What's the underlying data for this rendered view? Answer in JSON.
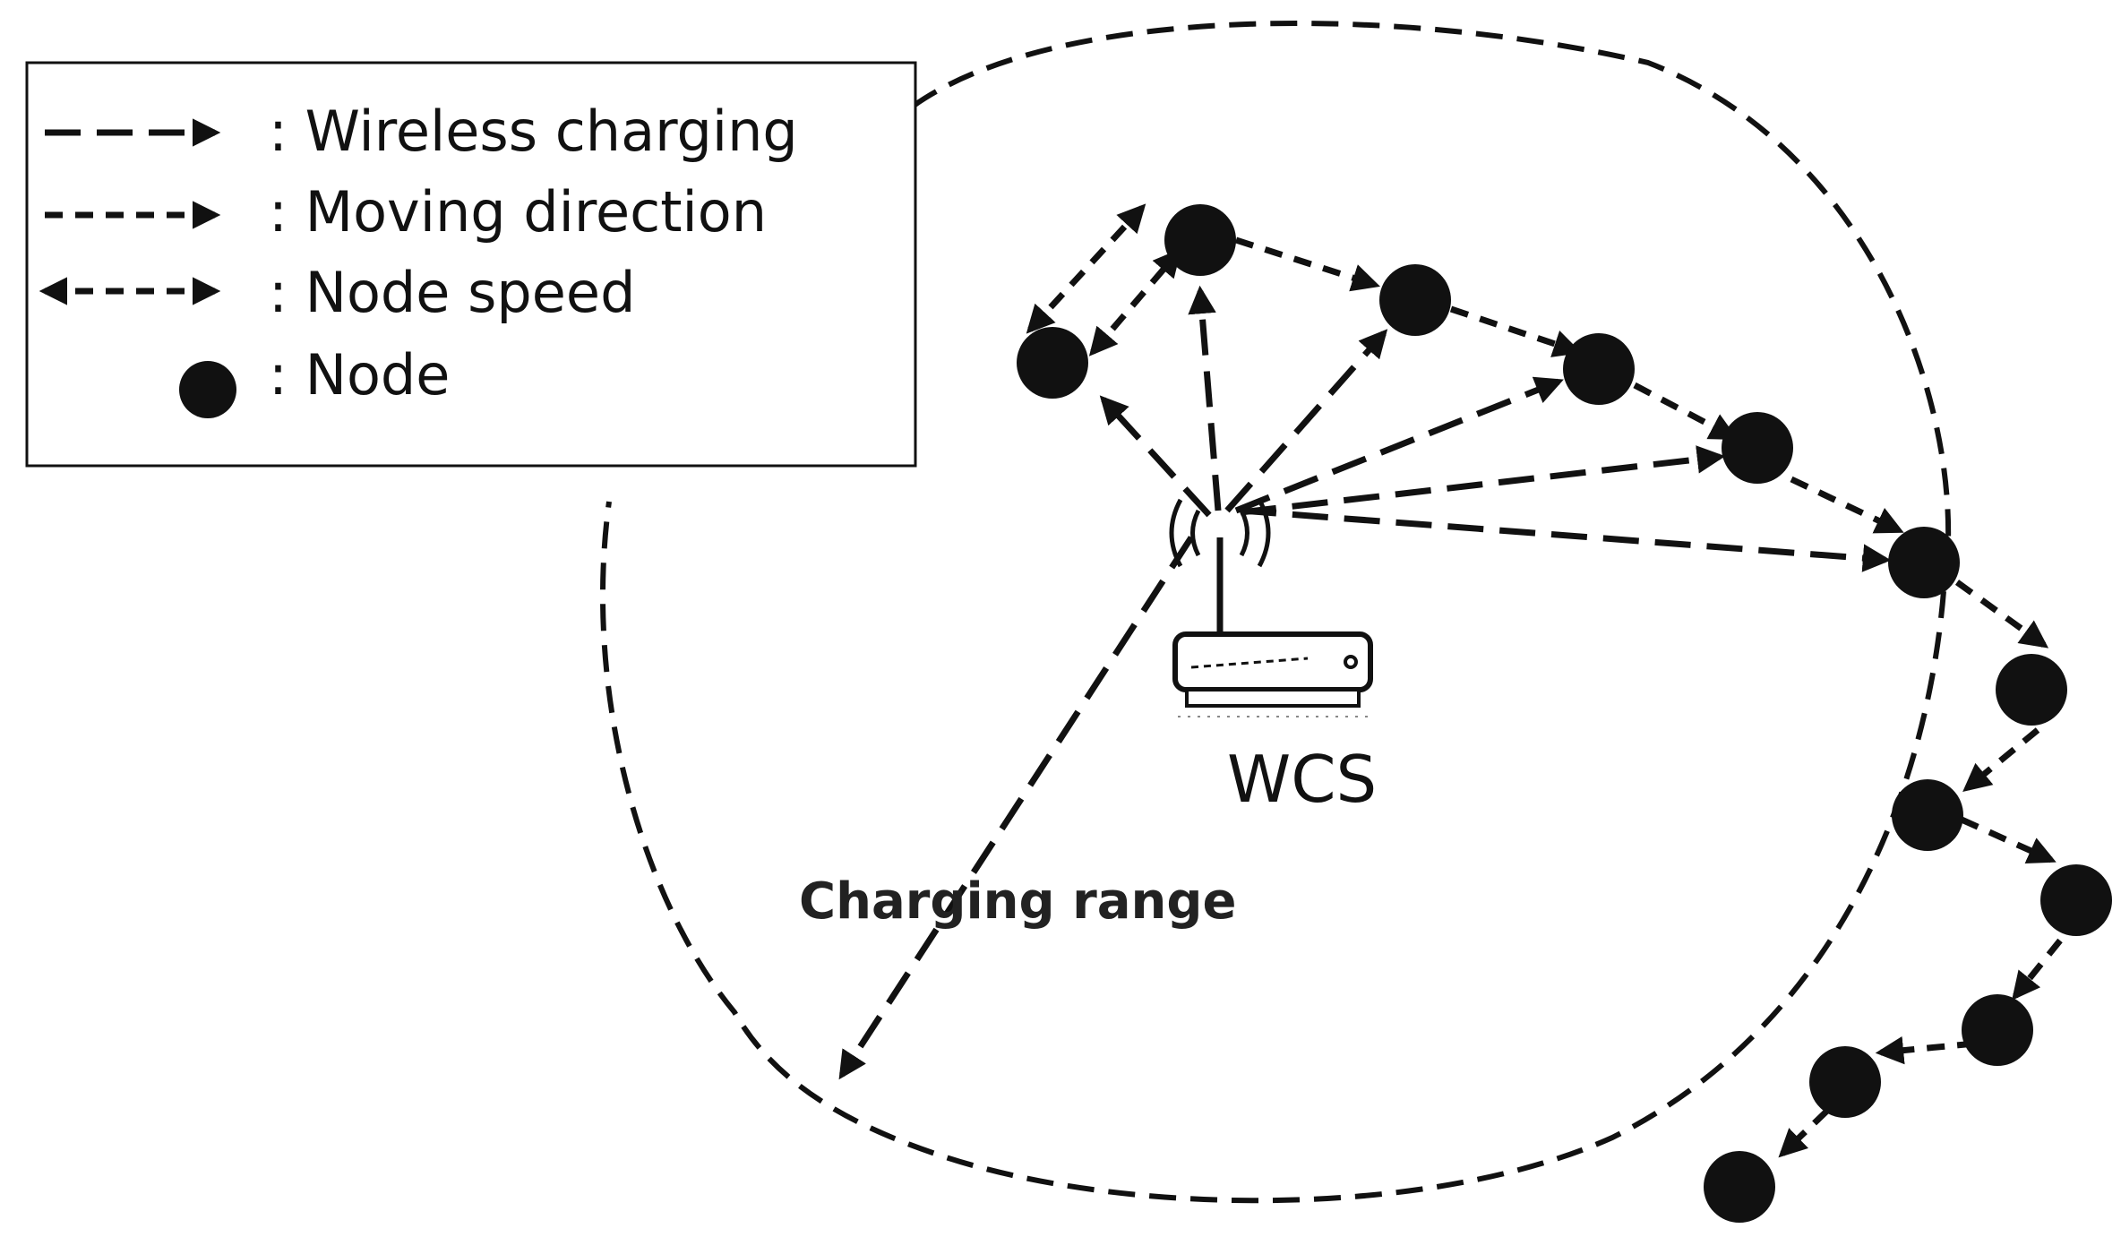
{
  "legend": {
    "wireless_charging": ": Wireless charging",
    "moving_direction": ": Moving direction",
    "node_speed": ": Node speed",
    "node": ": Node"
  },
  "labels": {
    "station": "WCS",
    "charging_range": "Charging range"
  },
  "colors": {
    "ink": "#111111",
    "background": "#ffffff"
  },
  "icons": {
    "station": "wireless-router-icon"
  }
}
